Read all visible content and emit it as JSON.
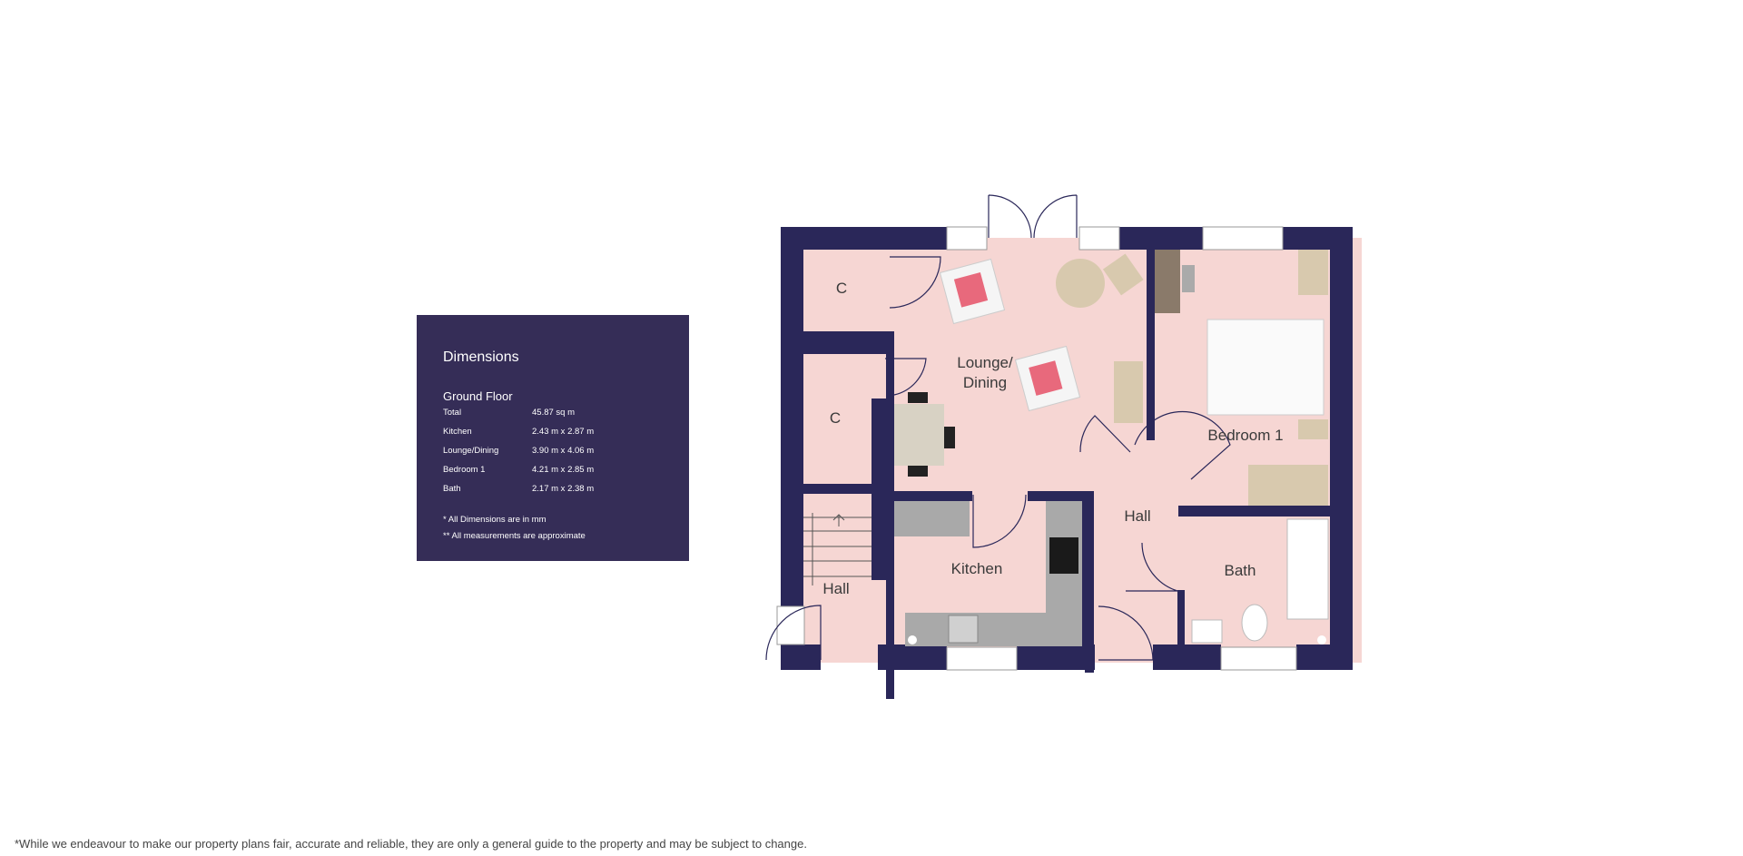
{
  "dimensions": {
    "title": "Dimensions",
    "floor": "Ground Floor",
    "rows": [
      {
        "room": "Total",
        "size": "45.87 sq m"
      },
      {
        "room": "Kitchen",
        "size": "2.43 m x 2.87 m"
      },
      {
        "room": "Lounge/Dining",
        "size": "3.90 m x 4.06 m"
      },
      {
        "room": "Bedroom 1",
        "size": "4.21 m x 2.85 m"
      },
      {
        "room": "Bath",
        "size": "2.17 m x 2.38 m"
      }
    ],
    "note_1": "* All Dimensions are in mm",
    "note_2": "** All measurements are approximate"
  },
  "floorplan": {
    "rooms": {
      "cupboard_upper": "C",
      "cupboard_lower": "C",
      "lounge_line1": "Lounge/",
      "lounge_line2": "Dining",
      "bedroom": "Bedroom 1",
      "hall_left": "Hall",
      "hall_center": "Hall",
      "kitchen": "Kitchen",
      "bath": "Bath"
    }
  },
  "disclaimer": "*While we endeavour to make our property plans fair, accurate and reliable, they are only a general guide to the property and may be subject to change.",
  "colors": {
    "wall": "#2a2759",
    "floor": "#f6d6d3",
    "panel": "#352d57",
    "kitchen_counter": "#a9a9a9",
    "chair_cushion": "#e8697c",
    "wood": "#d8c9ae"
  }
}
